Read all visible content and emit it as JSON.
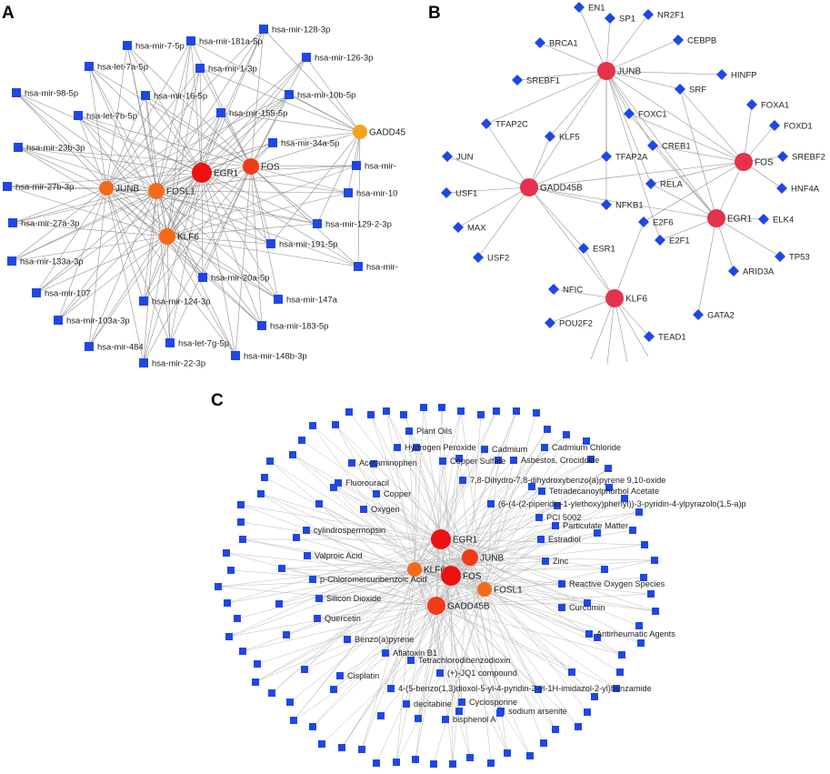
{
  "colors": {
    "square": "#1f47e6",
    "diamond": "#1f47e6",
    "hub_red": "#ee1111",
    "hub_redorange": "#f33a1a",
    "hub_orange": "#f56a1a",
    "hub_lightorange": "#f7a21c",
    "hub_pink": "#e6334d",
    "edge": "#8a8a8a"
  },
  "panels": {
    "A": {
      "letter": "A",
      "hubs": [
        {
          "id": "EGR1",
          "label": "EGR1",
          "color": "hub_red",
          "size": "xl"
        },
        {
          "id": "FOS",
          "label": "FOS",
          "color": "hub_redorange",
          "size": "lg"
        },
        {
          "id": "FOSL1",
          "label": "FOSL1",
          "color": "hub_orange",
          "size": "lg"
        },
        {
          "id": "KLF6",
          "label": "KLF6",
          "color": "hub_orange",
          "size": "lg"
        },
        {
          "id": "JUNB",
          "label": "JUNB",
          "color": "hub_orange",
          "size": "md"
        },
        {
          "id": "GADD45",
          "label": "GADD45",
          "color": "hub_lightorange",
          "size": "md"
        }
      ],
      "nodes": [
        "hsa-mir-181a-5p",
        "hsa-mir-128-3p",
        "hsa-mir-7-5p",
        "hsa-mir-126-3p",
        "hsa-let-7a-5p",
        "hsa-mir-1-3p",
        "hsa-mir-98-5p",
        "hsa-mir-16-5p",
        "hsa-mir-10b-5p",
        "hsa-let-7b-5p",
        "hsa-mir-155-5p",
        "hsa-mir-34a-5p",
        "hsa-mir-23b-3p",
        "hsa-mir-4",
        "hsa-mir-27b-3p",
        "hsa-mir-10",
        "hsa-mir-27a-3p",
        "hsa-mir-129-2-3p",
        "hsa-mir-133a-3p",
        "hsa-mir-191-5p",
        "hsa-mir-",
        "hsa-mir-107",
        "hsa-mir-20a-5p",
        "hsa-mir-147a",
        "hsa-mir-103a-3p",
        "hsa-mir-124-3p",
        "hsa-mir-183-5p",
        "hsa-mir-484",
        "hsa-let-7g-5p",
        "hsa-mir-148b-3p",
        "hsa-mir-22-3p"
      ]
    },
    "B": {
      "letter": "B",
      "hubs": [
        {
          "id": "JUNB",
          "label": "JUNB"
        },
        {
          "id": "GADD45B",
          "label": "GADD45B"
        },
        {
          "id": "FOS",
          "label": "FOS"
        },
        {
          "id": "EGR1",
          "label": "EGR1"
        },
        {
          "id": "KLF6",
          "label": "KLF6"
        }
      ],
      "nodes": [
        "EN1",
        "SP1",
        "NR2F1",
        "BRCA1",
        "CEBPB",
        "SREBF1",
        "HINFP",
        "SRF",
        "FOXA1",
        "FOXC1",
        "FOXD1",
        "TFAP2C",
        "KLF5",
        "CREB1",
        "TFAP2A",
        "SREBF2",
        "JUN",
        "RELA",
        "HNF4A",
        "USF1",
        "NFKB1",
        "E2F6",
        "ELK4",
        "MAX",
        "E2F1",
        "USF2",
        "ESR1",
        "TP53",
        "ARID3A",
        "NFIC",
        "GATA2",
        "POU2F2",
        "TEAD1"
      ]
    },
    "C": {
      "letter": "C",
      "hubs": [
        {
          "id": "EGR1",
          "label": "EGR1",
          "color": "hub_red"
        },
        {
          "id": "JUNB",
          "label": "JUNB",
          "color": "hub_redorange"
        },
        {
          "id": "KLF6",
          "label": "KLF6",
          "color": "hub_orange"
        },
        {
          "id": "FOS",
          "label": "FOS",
          "color": "hub_red"
        },
        {
          "id": "FOSL1",
          "label": "FOSL1",
          "color": "hub_orange"
        },
        {
          "id": "GADD45B",
          "label": "GADD45B",
          "color": "hub_redorange"
        }
      ],
      "labeled_nodes": [
        "Plant Oils",
        "Hydrogen Peroxide",
        "Cadmium",
        "Cadmium Chloride",
        "Acetaminophen",
        "Copper Sulfate",
        "Asbestos, Crocidolite",
        "Fluorouracil",
        "7,8-Dihydro-7,8-dihydroxybenzo(a)pyrene 9,10-oxide",
        "Tetradecanoylphorbol Acetate",
        "Copper",
        "(6-(4-(2-piperidin-1-ylethoxy)phenyl))-3-pyridin-4-ylpyrazolo(1,5-a)p",
        "Oxygen",
        "PCI 5002",
        "cylindrospermopsin",
        "Particulate Matter",
        "Estradiol",
        "Valproic Acid",
        "Zinc",
        "p-Chloromercuribenzoic Acid",
        "Reactive Oxygen Species",
        "Silicon Dioxide",
        "Curcumin",
        "Quercetin",
        "Antirheumatic Agents",
        "Benzo(a)pyrene",
        "Aflatoxin B1",
        "Tetrachlorodibenzodioxin",
        "Cisplatin",
        "(+)-JQ1 compound",
        "4-(5-benzo(1,3)dioxol-5-yl-4-pyridin-2-yl-1H-imidazol-2-yl)benzamide",
        "decitabine",
        "Cyclosporine",
        "sodium arsenite",
        "bisphenol A"
      ],
      "unlabeled_ring_count": 70
    }
  }
}
